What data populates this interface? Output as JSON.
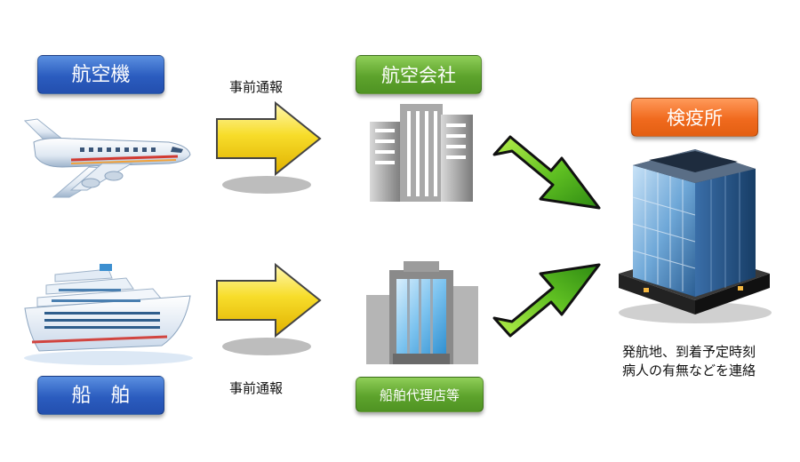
{
  "labels": {
    "airplane": "航空機",
    "ship": "船　舶",
    "airline": "航空会社",
    "ship_agent": "船舶代理店等",
    "quarantine": "検疫所"
  },
  "notes": {
    "advance_notice_top": "事前通報",
    "advance_notice_bottom": "事前通報",
    "contact_line1": "発航地、到着予定時刻",
    "contact_line2": "病人の有無などを連絡"
  },
  "colors": {
    "blue_label": "#2b5cbf",
    "green_label": "#5da32c",
    "orange_label": "#f06a1e",
    "yellow_arrow": "#f5d21a",
    "green_arrow": "#3fa020"
  },
  "icons": [
    "airplane-icon",
    "cruise-ship-icon",
    "office-buildings-icon",
    "office-tower-icon",
    "quarantine-building-icon"
  ]
}
